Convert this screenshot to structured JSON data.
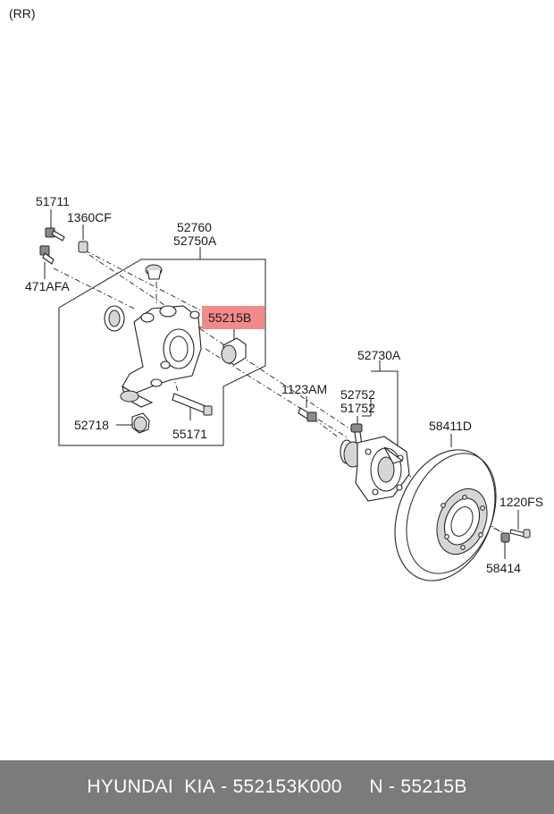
{
  "position_label": "(RR)",
  "part_labels": {
    "p51711": "51711",
    "p1360CF": "1360CF",
    "p471AFA": "471AFA",
    "p52760": "52760",
    "p52750A": "52750A",
    "p55215B": "55215B",
    "p52718": "52718",
    "p55171": "55171",
    "p1123AM": "1123AM",
    "p52730A": "52730A",
    "p52752": "52752",
    "p51752": "51752",
    "p58411D": "58411D",
    "p1220FS": "1220FS",
    "p58414": "58414"
  },
  "highlight": {
    "part": "55215B",
    "color": "#f28a8a"
  },
  "footer": {
    "brand": "HYUNDAI  KIA",
    "separator1": " - ",
    "part_number": "552153K000",
    "spacer": "     ",
    "prefix": "N",
    "separator2": " - ",
    "code": "55215B"
  }
}
